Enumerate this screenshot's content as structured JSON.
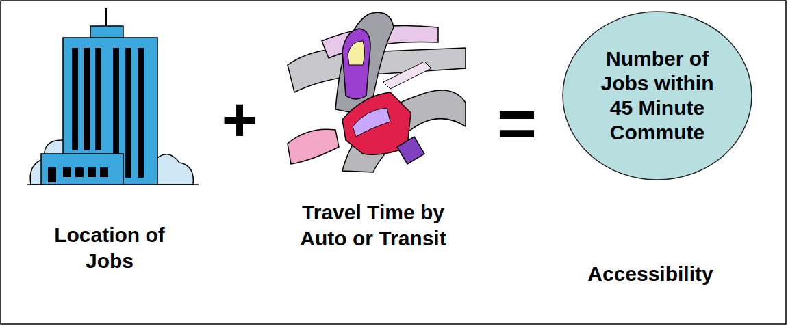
{
  "diagram": {
    "nodes": [
      {
        "text": [
          "Number of Jobs within 45 Minute Commute"
        ]
      }
    ],
    "labels": [
      "Location of Jobs",
      "+",
      "Travel Time by Auto or Transit",
      "=",
      "Accessibility"
    ]
  }
}
